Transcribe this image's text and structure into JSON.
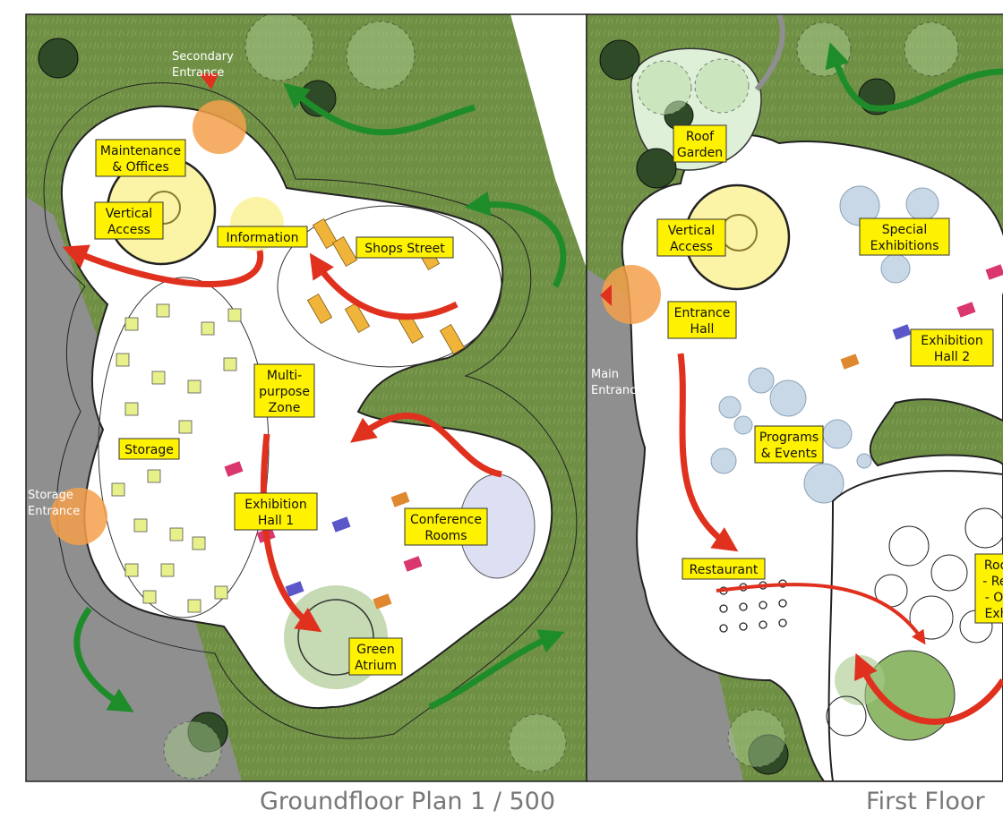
{
  "colors": {
    "grass": "#6f8f45",
    "paving": "#8f8f8f",
    "floor": "#ffffff",
    "label_bg": "#fff200",
    "arrow_red": "#e0301e",
    "arrow_green": "#1f8c2a",
    "vertical_access": "#fbf4a6",
    "orange_marker": "#f5a04b",
    "pool": "#c9d8e6",
    "atrium": "#9fc07a",
    "roof_garden": "#dff0d8"
  },
  "plans": [
    {
      "caption": "Groundfloor Plan 1 / 500",
      "labels": [
        {
          "id": "maintenance",
          "lines": [
            "Maintenance",
            "& Offices"
          ]
        },
        {
          "id": "vertical-access",
          "lines": [
            "Vertical",
            "Access"
          ]
        },
        {
          "id": "information",
          "lines": [
            "Information"
          ]
        },
        {
          "id": "shops-street",
          "lines": [
            "Shops Street"
          ]
        },
        {
          "id": "multipurpose",
          "lines": [
            "Multi-",
            "purpose",
            "Zone"
          ]
        },
        {
          "id": "storage",
          "lines": [
            "Storage"
          ]
        },
        {
          "id": "exhibition-hall-1",
          "lines": [
            "Exhibition",
            "Hall 1"
          ]
        },
        {
          "id": "conference-rooms",
          "lines": [
            "Conference",
            "Rooms"
          ]
        },
        {
          "id": "green-atrium",
          "lines": [
            "Green",
            "Atrium"
          ]
        }
      ],
      "site_labels": [
        {
          "id": "secondary-entrance",
          "lines": [
            "Secondary",
            "Entrance"
          ]
        },
        {
          "id": "storage-entrance",
          "lines": [
            "Storage",
            "Entrance"
          ]
        }
      ]
    },
    {
      "caption": "First Floor",
      "labels": [
        {
          "id": "roof-garden",
          "lines": [
            "Roof",
            "Garden"
          ]
        },
        {
          "id": "vertical-access-1f",
          "lines": [
            "Vertical",
            "Access"
          ]
        },
        {
          "id": "special-exhibitions",
          "lines": [
            "Special",
            "Exhibitions"
          ]
        },
        {
          "id": "entrance-hall",
          "lines": [
            "Entrance",
            "Hall"
          ]
        },
        {
          "id": "exhibition-hall-2",
          "lines": [
            "Exhibition",
            "Hall 2"
          ]
        },
        {
          "id": "programs-events",
          "lines": [
            "Programs",
            "& Events"
          ]
        },
        {
          "id": "restaurant",
          "lines": [
            "Restaurant"
          ]
        },
        {
          "id": "roof-partial",
          "lines": [
            "Roof",
            "- Res",
            "- Ou",
            "Exhi"
          ]
        }
      ],
      "site_labels": [
        {
          "id": "main-entrance",
          "lines": [
            "Main",
            "Entrance"
          ]
        }
      ]
    }
  ]
}
